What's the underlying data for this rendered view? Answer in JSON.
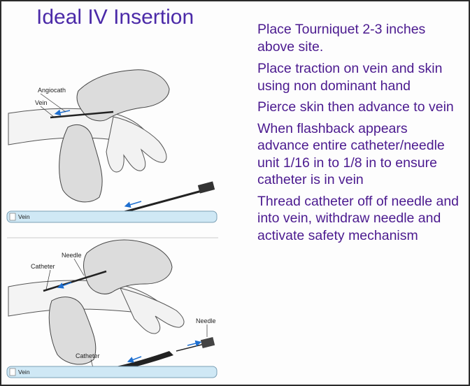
{
  "title": "Ideal IV Insertion",
  "steps": [
    "Place Tourniquet 2-3 inches above site.",
    "Place traction on vein and skin using non dominant hand",
    "Pierce skin then advance to vein",
    "When flashback appears advance entire catheter/needle unit 1/16 in to 1/8 in to ensure catheter is in vein",
    "Thread catheter off of needle and into vein, withdraw needle and activate safety mechanism"
  ],
  "figure_top": {
    "labels": {
      "angiocath": "Angiocath",
      "vein": "Vein"
    },
    "vein_bar_label": "Vein"
  },
  "figure_bottom": {
    "labels": {
      "needle": "Needle",
      "catheter": "Catheter",
      "needle_side": "Needle",
      "catheter_bottom": "Catheter"
    },
    "vein_bar_label": "Vein"
  },
  "colors": {
    "title": "#4b2aa8",
    "text": "#4b1a8f",
    "vein": "#cfe8f5",
    "arrow": "#1e6fd0"
  }
}
